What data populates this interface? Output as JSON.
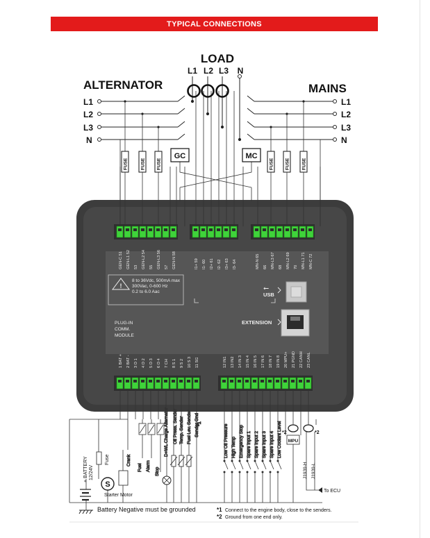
{
  "header": {
    "title": "TYPICAL CONNECTIONS"
  },
  "colors": {
    "header_red": "#e31b1b",
    "terminal_green": "#3fd33a",
    "module_dark": "#3c3c3c",
    "module_panel": "#5a5a5a"
  },
  "top_labels": {
    "load": "LOAD",
    "alternator": "ALTERNATOR",
    "mains": "MAINS",
    "load_phases": [
      "L1",
      "L2",
      "L3",
      "N"
    ],
    "left_lines": [
      "L1",
      "L2",
      "L3",
      "N"
    ],
    "right_lines": [
      "L1",
      "L2",
      "L3",
      "N"
    ],
    "fuse": "FUSE",
    "gc": "GC",
    "mc": "MC"
  },
  "terminals_top": {
    "gen": [
      "GEN-C 51",
      "GEN-L1 52",
      "53",
      "GEN-L2 54",
      "55",
      "GEN-L3 56",
      "57",
      "GEN-N 58"
    ],
    "current": [
      "I1+ 59",
      "I1- 60",
      "I2+ 61",
      "I2- 62",
      "I3+ 63",
      "I3- 64"
    ],
    "mains": [
      "MN-N 65",
      "66",
      "MN-L3 67",
      "68",
      "MN-L2 69",
      "70",
      "MN-L1 71",
      "MN-C 72"
    ]
  },
  "module": {
    "spec_lines": [
      "8 to 36Vdc, 500mA max",
      "300Vac, 0-600 Hz",
      "0.2 to 6.0 Aac"
    ],
    "usb": "USB",
    "extension": "EXTENSION",
    "plugin": [
      "PLUG-IN",
      "COMM.",
      "MODULE"
    ]
  },
  "terminals_bottom": {
    "left": [
      "1 BAT +",
      "2 BAT -",
      "3 O 1",
      "4 O 2",
      "5 O 3",
      "6 O 4",
      "7 CH",
      "8 S 1",
      "9 S 2",
      "10 S 3",
      "11 SG"
    ],
    "right": [
      "12 IN1",
      "13 IN2",
      "14 IN 3",
      "15 IN 4",
      "16 IN 5",
      "17 IN 6",
      "18 IN 7",
      "19 IN 8",
      "20 MPU+",
      "21 PGND",
      "22 CANH",
      "23 CANL"
    ]
  },
  "bottom_labels": {
    "outputs": [
      "Crank",
      "Fuel",
      "Alarm",
      "Stop",
      "D+WL Charge Alternator",
      "Oil Press. Sender",
      "Temp. Sender",
      "Fuel Lev. Sender",
      "Sender Gnd"
    ],
    "sender_gnd_mark": "*1",
    "inputs": [
      "Low Oil Pressure",
      "High Temp",
      "Emergency Stop",
      "Spare Input 1",
      "Spare Input 2",
      "Spare Input 3",
      "Spare Input 4",
      "Low Coolant Level"
    ],
    "mpu_mark": "*2",
    "mpu": "MPU",
    "can_mark": "*2",
    "j1939": [
      "J1939-H",
      "J1939-L"
    ],
    "to_ecu": "To ECU",
    "battery": [
      "+ BATTERY",
      "12/24V"
    ],
    "fuse": "Fuse",
    "starter_s": "S",
    "starter": "Starter Motor",
    "ground_note": "Battery Negative must be grounded",
    "note1_mark": "*1",
    "note1": "Connect to the engine body, close to the senders.",
    "note2_mark": "*2",
    "note2": "Ground from one end only."
  }
}
